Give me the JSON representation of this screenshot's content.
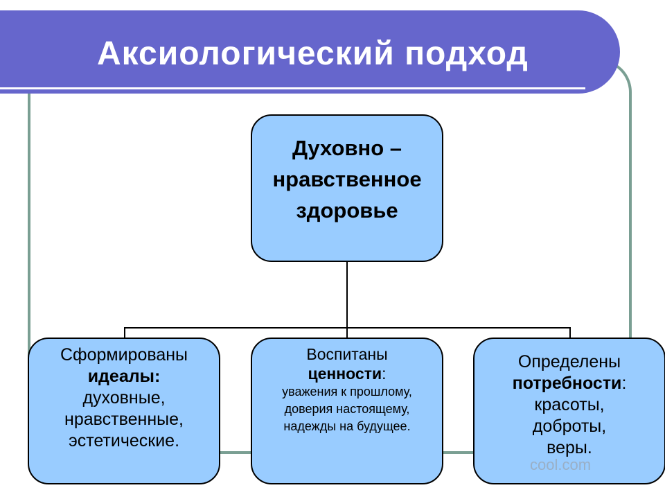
{
  "title": "Аксиологический подход",
  "top_node": {
    "lines": [
      "Духовно –",
      "нравственное",
      "здоровье"
    ]
  },
  "left_node": {
    "line1": "Сформированы",
    "line2_bold": "идеалы:",
    "line3": "духовные,",
    "line4": "нравственные,",
    "line5": "эстетические."
  },
  "middle_node": {
    "line1": "Воспитаны",
    "line2_bold": "ценности",
    "line2_rest": ":",
    "line3": "уважения к прошлому,",
    "line4": "доверия настоящему,",
    "line5": "надежды на будущее."
  },
  "right_node": {
    "line1": "Определены",
    "line2_bold": "потребности",
    "line2_rest": ":",
    "line3": "красоты,",
    "line4": "доброты,",
    "line5": "веры."
  },
  "watermark": "cool.com",
  "colors": {
    "title_bar": "#6666cc",
    "box_fill": "#99ccff",
    "frame": "#7a9f93"
  }
}
